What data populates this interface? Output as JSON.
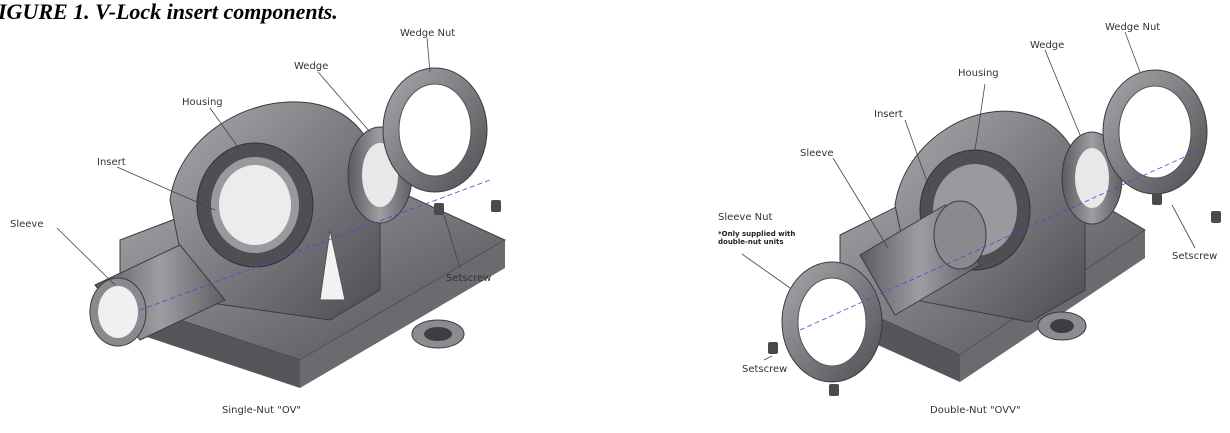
{
  "figure": {
    "title": "IGURE 1. V-Lock insert components."
  },
  "left_diagram": {
    "caption": "Single-Nut \"OV\"",
    "labels": {
      "wedge_nut": "Wedge Nut",
      "wedge": "Wedge",
      "housing": "Housing",
      "insert": "Insert",
      "sleeve": "Sleeve",
      "setscrew": "Setscrew"
    }
  },
  "right_diagram": {
    "caption": "Double-Nut \"OVV\"",
    "labels": {
      "wedge_nut": "Wedge Nut",
      "wedge": "Wedge",
      "housing": "Housing",
      "insert": "Insert",
      "sleeve": "Sleeve",
      "sleeve_nut": "Sleeve Nut",
      "sleeve_nut_note_line1": "*Only supplied with",
      "sleeve_nut_note_line2": "double-nut units",
      "setscrew_right": "Setscrew",
      "setscrew_bottom": "Setscrew"
    }
  },
  "colors": {
    "part_fill": "#7e7e82",
    "part_dark": "#4a4a4e",
    "part_light": "#b8b8bc",
    "axis_line": "#3a4fd0"
  }
}
